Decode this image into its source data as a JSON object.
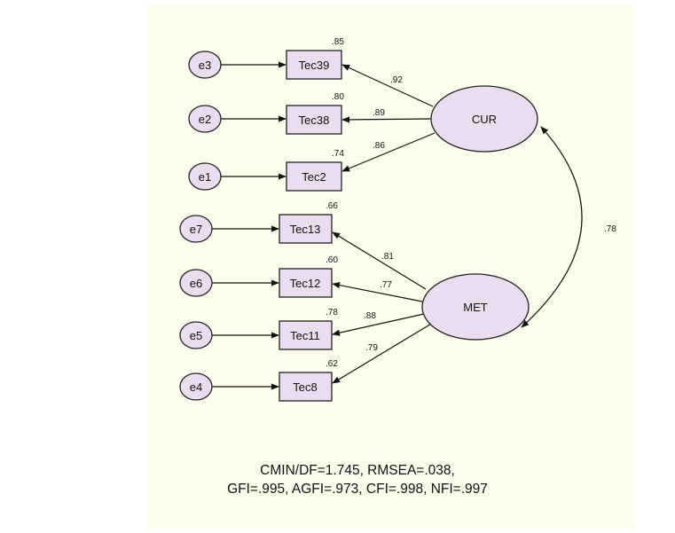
{
  "latents": [
    {
      "id": "CUR",
      "label": "CUR"
    },
    {
      "id": "MET",
      "label": "MET"
    }
  ],
  "indicators": [
    {
      "label": "Tec39",
      "error": "e3",
      "r2": ".85",
      "loading": ".92",
      "factor": "CUR"
    },
    {
      "label": "Tec38",
      "error": "e2",
      "r2": ".80",
      "loading": ".89",
      "factor": "CUR"
    },
    {
      "label": "Tec2",
      "error": "e1",
      "r2": ".74",
      "loading": ".86",
      "factor": "CUR"
    },
    {
      "label": "Tec13",
      "error": "e7",
      "r2": ".66",
      "loading": ".81",
      "factor": "MET"
    },
    {
      "label": "Tec12",
      "error": "e6",
      "r2": ".60",
      "loading": ".77",
      "factor": "MET"
    },
    {
      "label": "Tec11",
      "error": "e5",
      "r2": ".78",
      "loading": ".88",
      "factor": "MET"
    },
    {
      "label": "Tec8",
      "error": "e4",
      "r2": ".62",
      "loading": ".79",
      "factor": "MET"
    }
  ],
  "correlation": {
    "between": [
      "CUR",
      "MET"
    ],
    "value": ".78"
  },
  "fit": {
    "line1": "CMIN/DF=1.745, RMSEA=.038,",
    "line2": "GFI=.995, AGFI=.973, CFI=.998, NFI=.997"
  },
  "colors": {
    "node_fill": "#ecdcef",
    "background": "#fdfdee",
    "stroke": "#222222"
  }
}
